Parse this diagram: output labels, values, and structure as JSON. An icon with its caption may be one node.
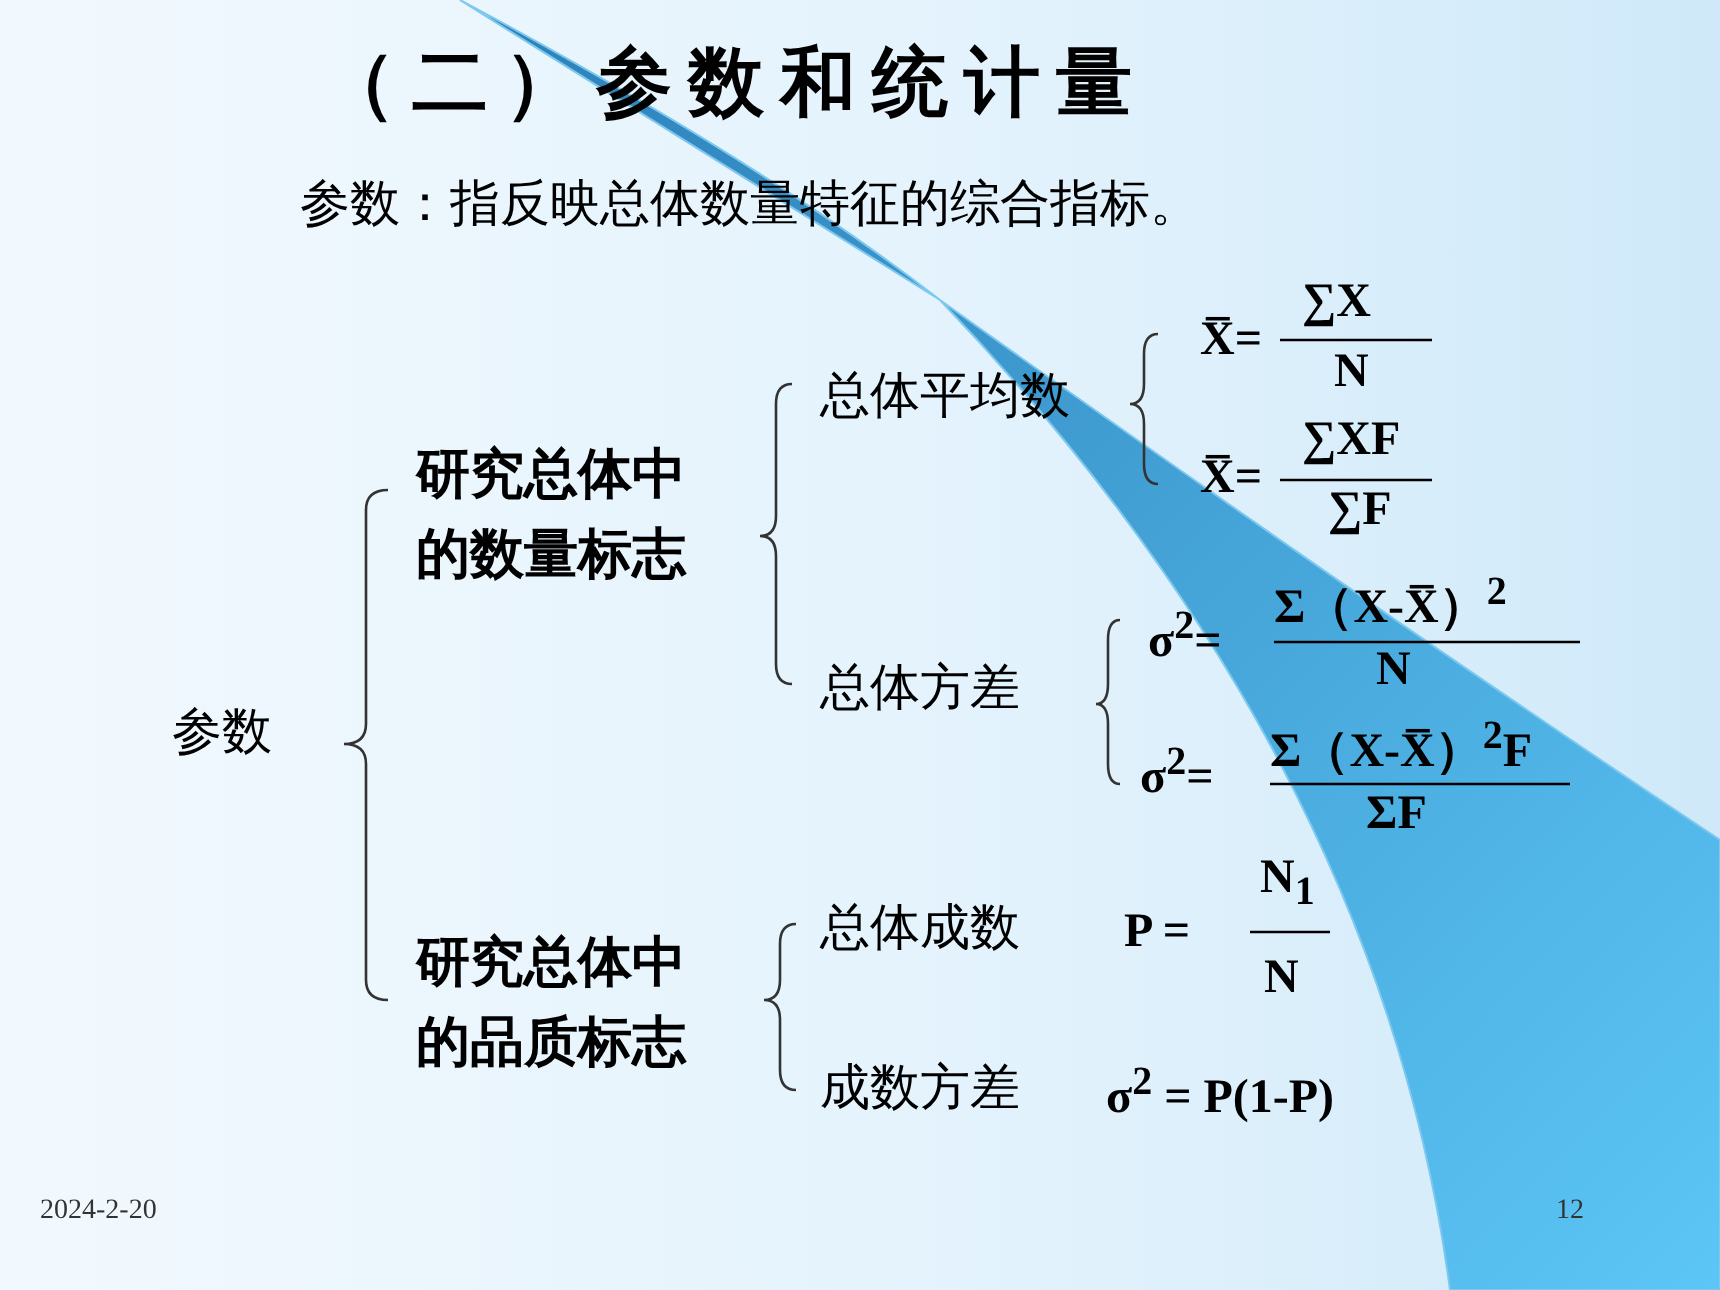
{
  "diagram": {
    "title": "（二）参数和统计量",
    "labels": [
      "参数：指反映总体数量特征的综合指标。",
      "参数",
      "研究总体中的数量标志",
      "总体平均数",
      "X̅=",
      "∑X",
      "N",
      "X̅=",
      "∑XF",
      "∑F",
      "总体方差",
      "σ$^{2}$=",
      "Σ（X-X̅）$^{2}$",
      "N",
      "σ$^{2}$=",
      "Σ（X-X̅）$^{2}$F",
      "ΣF",
      "研究总体中的品质标志",
      "总体成数",
      "P =",
      "N$_{1}$",
      "N",
      "成数方差",
      "σ$^{2}$ = P(1-P)",
      "2024-2-20",
      "12"
    ]
  }
}
